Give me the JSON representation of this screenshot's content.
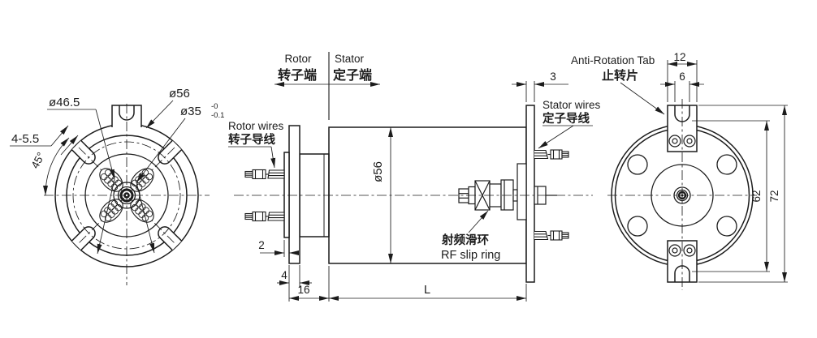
{
  "title": "RF slip ring technical drawing",
  "left_view": {
    "dia_bolt_circle": "ø46.5",
    "dia_outer": "ø56",
    "dia_bore": "ø35",
    "dia_bore_tol_upper": "-0",
    "dia_bore_tol_lower": "-0.1",
    "dim_slots": "4-5.5",
    "dim_angle": "45°"
  },
  "header": {
    "rotor_en": "Rotor",
    "rotor_zh": "转子端",
    "stator_en": "Stator",
    "stator_zh": "定子端"
  },
  "side_view": {
    "rotor_wires_en": "Rotor wires",
    "rotor_wires_zh": "转子导线",
    "stator_wires_en": "Stator wires",
    "stator_wires_zh": "定子导线",
    "rf_label_zh": "射频滑环",
    "rf_label_en": "RF slip ring",
    "dia_body": "ø56",
    "dim_plate": "2",
    "dim_flange": "4",
    "dim_rotor_len": "16",
    "dim_body_len": "L",
    "dim_stator_flange": "3"
  },
  "right_view": {
    "tab_en": "Anti-Rotation Tab",
    "tab_zh": "止转片",
    "dim_tab_width": "12",
    "dim_slot_width": "6",
    "dim_slot_span": "62",
    "dim_tab_span": "72"
  },
  "colors": {
    "line": "#1c1c1c",
    "background": "#ffffff"
  }
}
